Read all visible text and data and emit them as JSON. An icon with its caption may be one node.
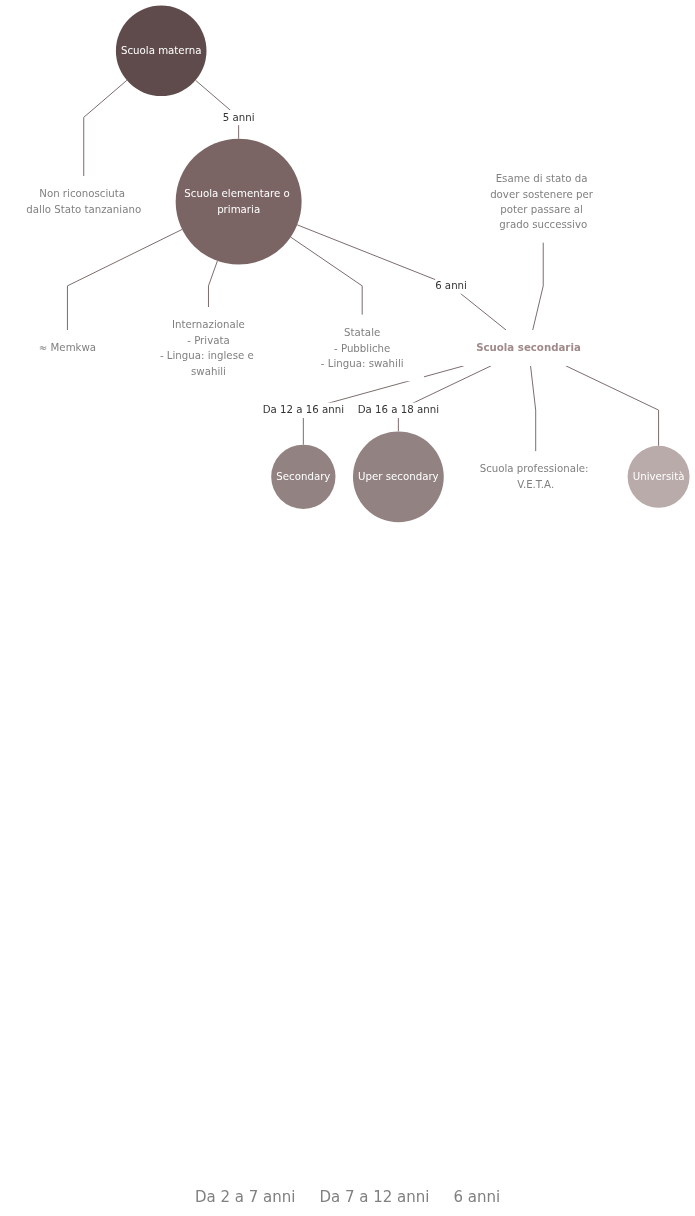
{
  "diagram": {
    "nodes": [
      {
        "text": [
          "Scuola materna"
        ]
      },
      {
        "text": [
          "Non riconosciuta dallo Stato tanzaniano"
        ]
      },
      {
        "text": [
          "Scuola elementare o primaria"
        ]
      },
      {
        "text": [
          "≈ Memkwa"
        ]
      },
      {
        "text": [
          "Internazionale",
          "- Privata",
          "- Lingua: inglese e swahili"
        ]
      },
      {
        "text": [
          "Statale",
          "- Pubbliche",
          "- Lingua: swahili"
        ]
      },
      {
        "text": [
          "Esame di stato da dover sostenere per poter passare al grado successivo"
        ]
      },
      {
        "text": [
          "Scuola secondaria"
        ]
      },
      {
        "text": [
          "Secondary"
        ]
      },
      {
        "text": [
          "Uper secondary"
        ]
      },
      {
        "text": [
          "Scuola professionale: V.E.T.A."
        ]
      },
      {
        "text": [
          "Università"
        ]
      }
    ],
    "edges": [
      {
        "from": 0,
        "to": 1,
        "arrow": "none"
      },
      {
        "from": 0,
        "to": 2,
        "arrow": "none",
        "label": "5 anni"
      },
      {
        "from": 2,
        "to": 3,
        "arrow": "none"
      },
      {
        "from": 2,
        "to": 4,
        "arrow": "none"
      },
      {
        "from": 2,
        "to": 5,
        "arrow": "none"
      },
      {
        "from": 2,
        "to": 7,
        "arrow": "none",
        "label": "6 anni"
      },
      {
        "from": 6,
        "to": 7,
        "arrow": "none"
      },
      {
        "from": 7,
        "to": 8,
        "arrow": "none",
        "label": "Da 12 a 16 anni"
      },
      {
        "from": 7,
        "to": 9,
        "arrow": "none",
        "label": "Da 16 a 18 anni"
      },
      {
        "from": 7,
        "to": 10,
        "arrow": "none"
      },
      {
        "from": 7,
        "to": 11,
        "arrow": "none"
      }
    ],
    "labels": [
      "Da 2 a 7 anni",
      "Da 7 a 12 anni",
      "6 anni"
    ]
  }
}
